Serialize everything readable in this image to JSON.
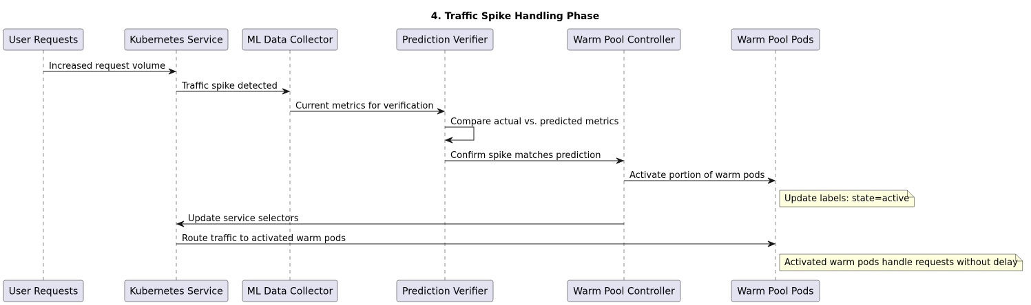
{
  "title": "4. Traffic Spike Handling Phase",
  "participants": [
    "User Requests",
    "Kubernetes Service",
    "ML Data Collector",
    "Prediction Verifier",
    "Warm Pool Controller",
    "Warm Pool Pods"
  ],
  "messages": [
    {
      "from": 0,
      "to": 1,
      "text": "Increased request volume"
    },
    {
      "from": 1,
      "to": 2,
      "text": "Traffic spike detected"
    },
    {
      "from": 2,
      "to": 3,
      "text": "Current metrics for verification"
    },
    {
      "from": 3,
      "to": 3,
      "text": "Compare actual vs. predicted metrics"
    },
    {
      "from": 3,
      "to": 4,
      "text": "Confirm spike matches prediction"
    },
    {
      "from": 4,
      "to": 5,
      "text": "Activate portion of warm pods"
    },
    {
      "note_on": 5,
      "text": "Update labels: state=active"
    },
    {
      "from": 4,
      "to": 1,
      "text": "Update service selectors"
    },
    {
      "from": 1,
      "to": 5,
      "text": "Route traffic to activated warm pods"
    },
    {
      "note_on": 5,
      "text": "Activated warm pods handle requests without delay"
    }
  ],
  "colors": {
    "participant_fill": "#E2E2F0",
    "note_fill": "#FEFFDD",
    "line": "#181818"
  }
}
